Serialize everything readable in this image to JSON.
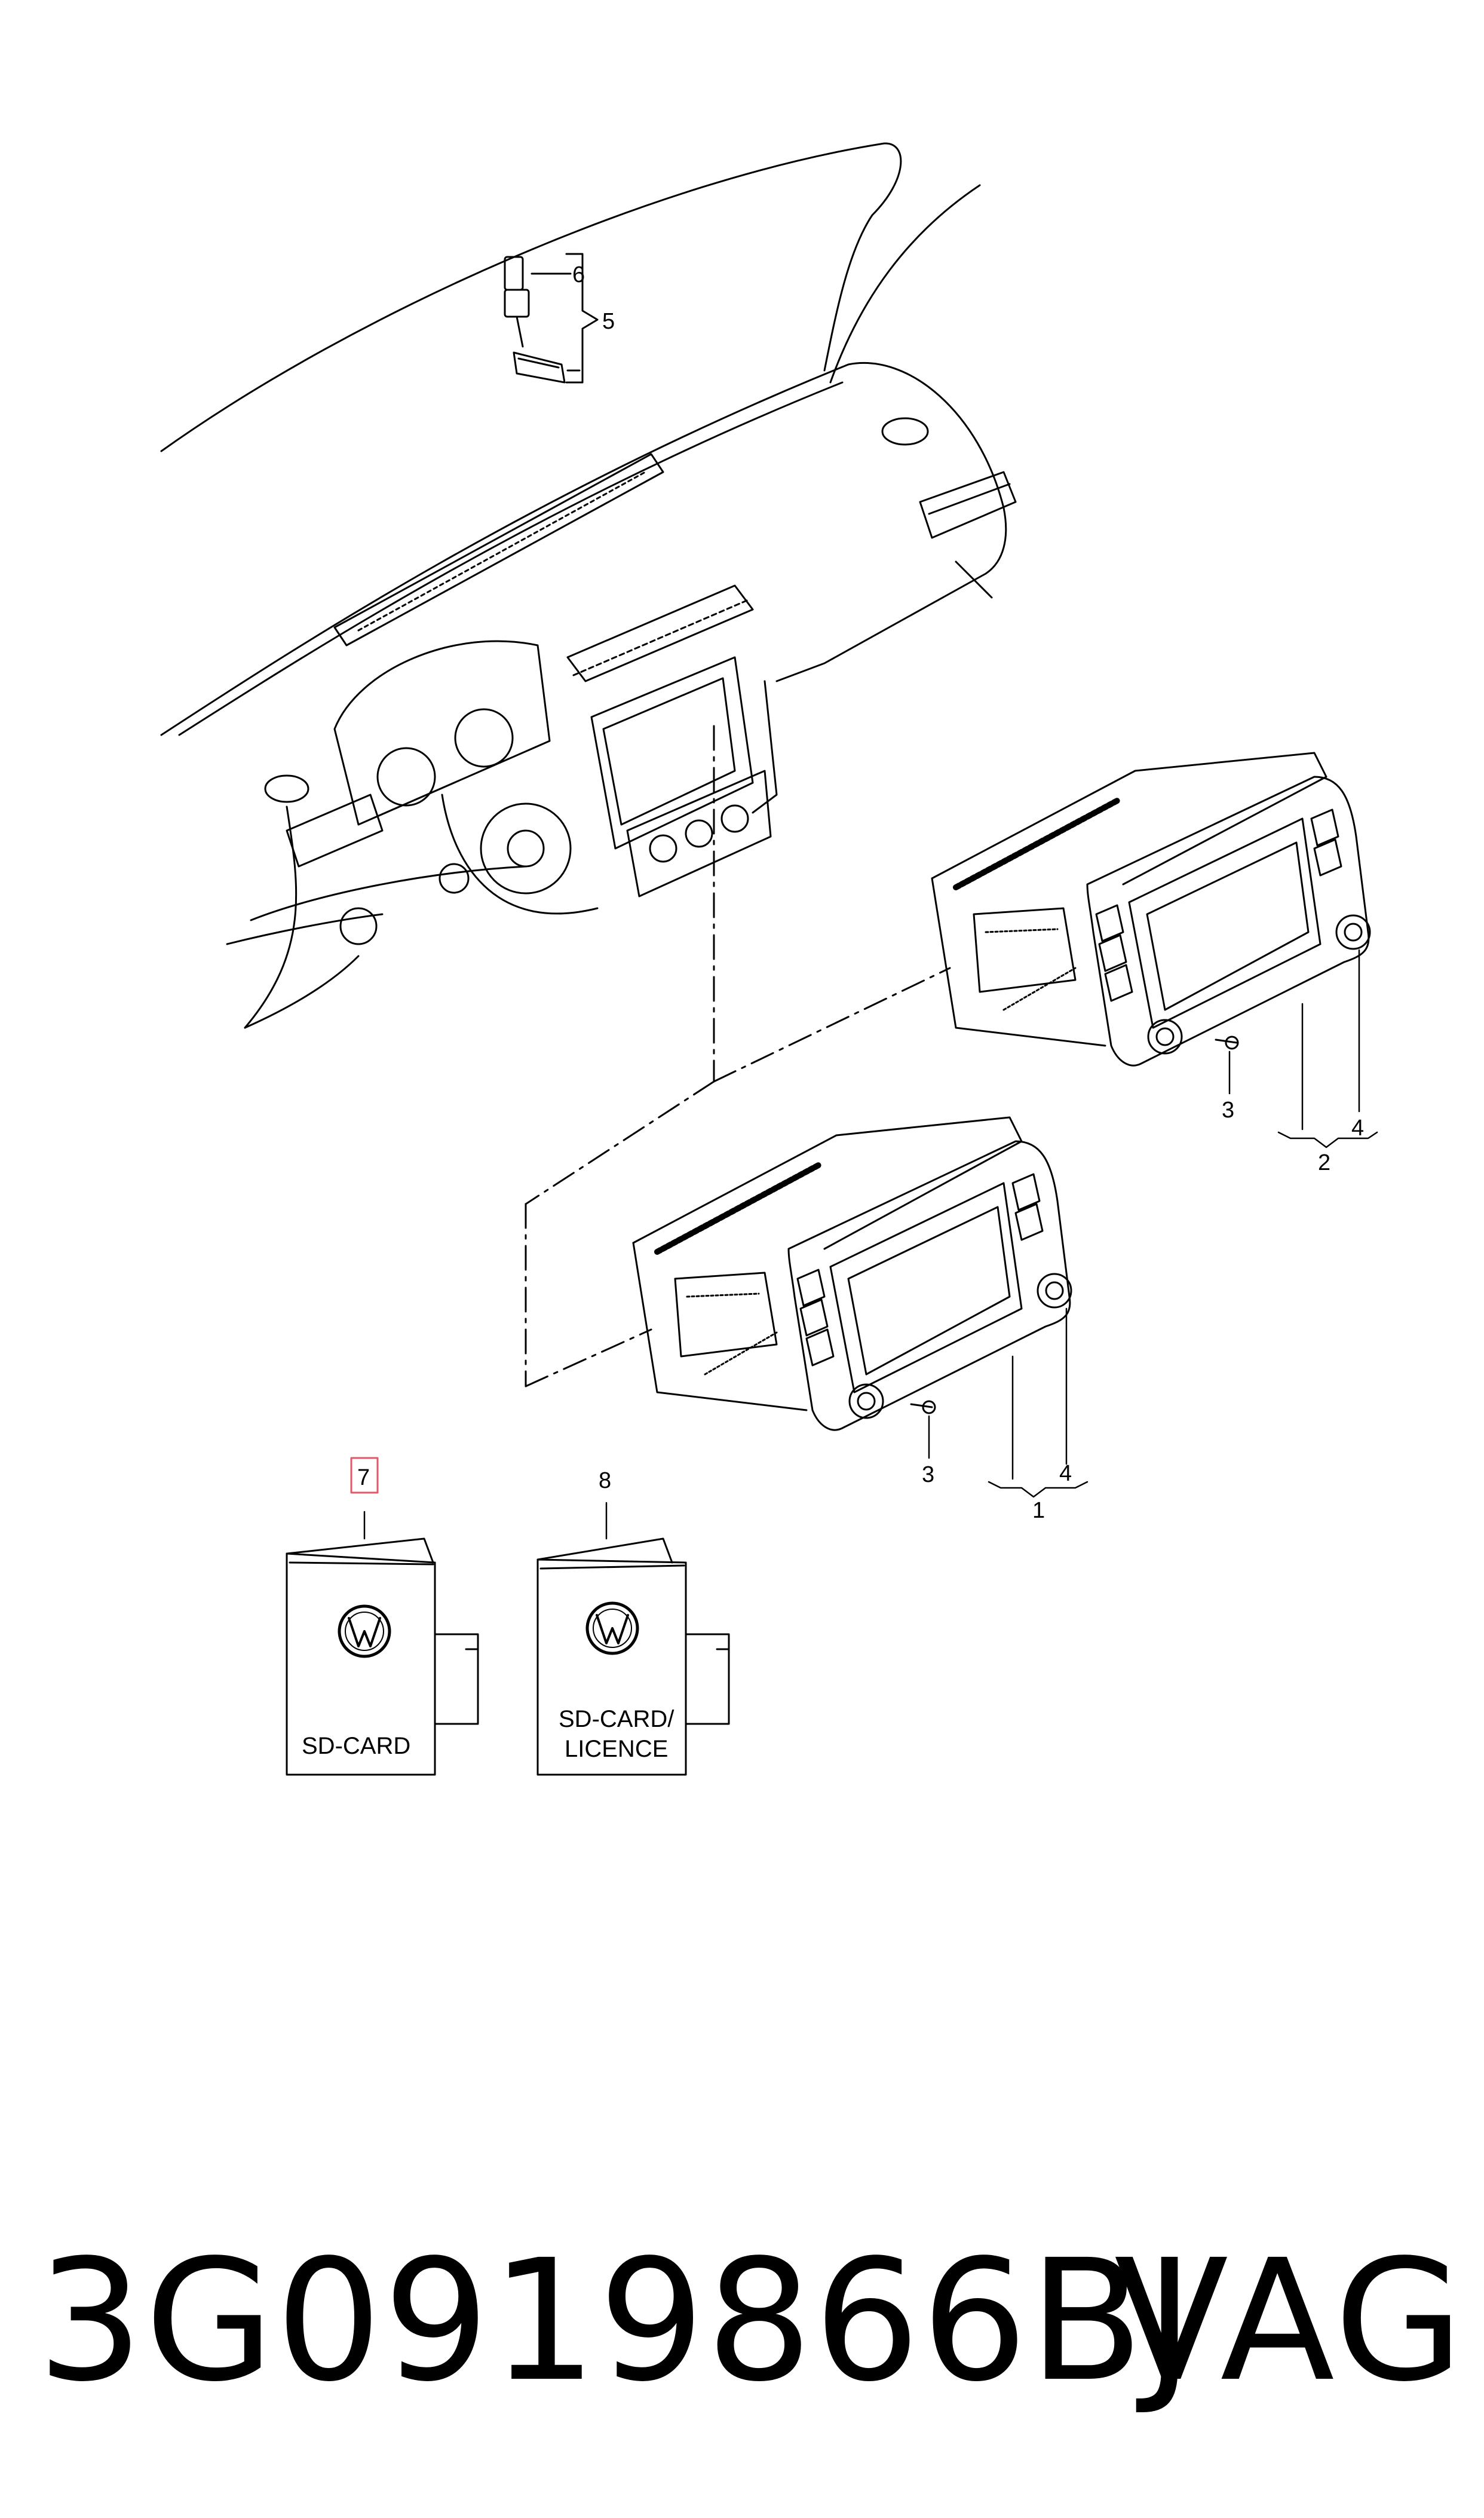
{
  "callouts": {
    "c1": "1",
    "c2": "2",
    "c3a": "3",
    "c3b": "3",
    "c4a": "4",
    "c4b": "4",
    "c5": "5",
    "c6": "6",
    "c7": "7",
    "c8": "8"
  },
  "cards": {
    "sd_card_label": "SD-CARD",
    "licence_line1": "SD-CARD/",
    "licence_line2": "LICENCE"
  },
  "footer": {
    "part_number": "3G0919866BJ",
    "brand": "VAG"
  },
  "colors": {
    "line": "#000000",
    "highlight_box": "#e05a6a"
  }
}
